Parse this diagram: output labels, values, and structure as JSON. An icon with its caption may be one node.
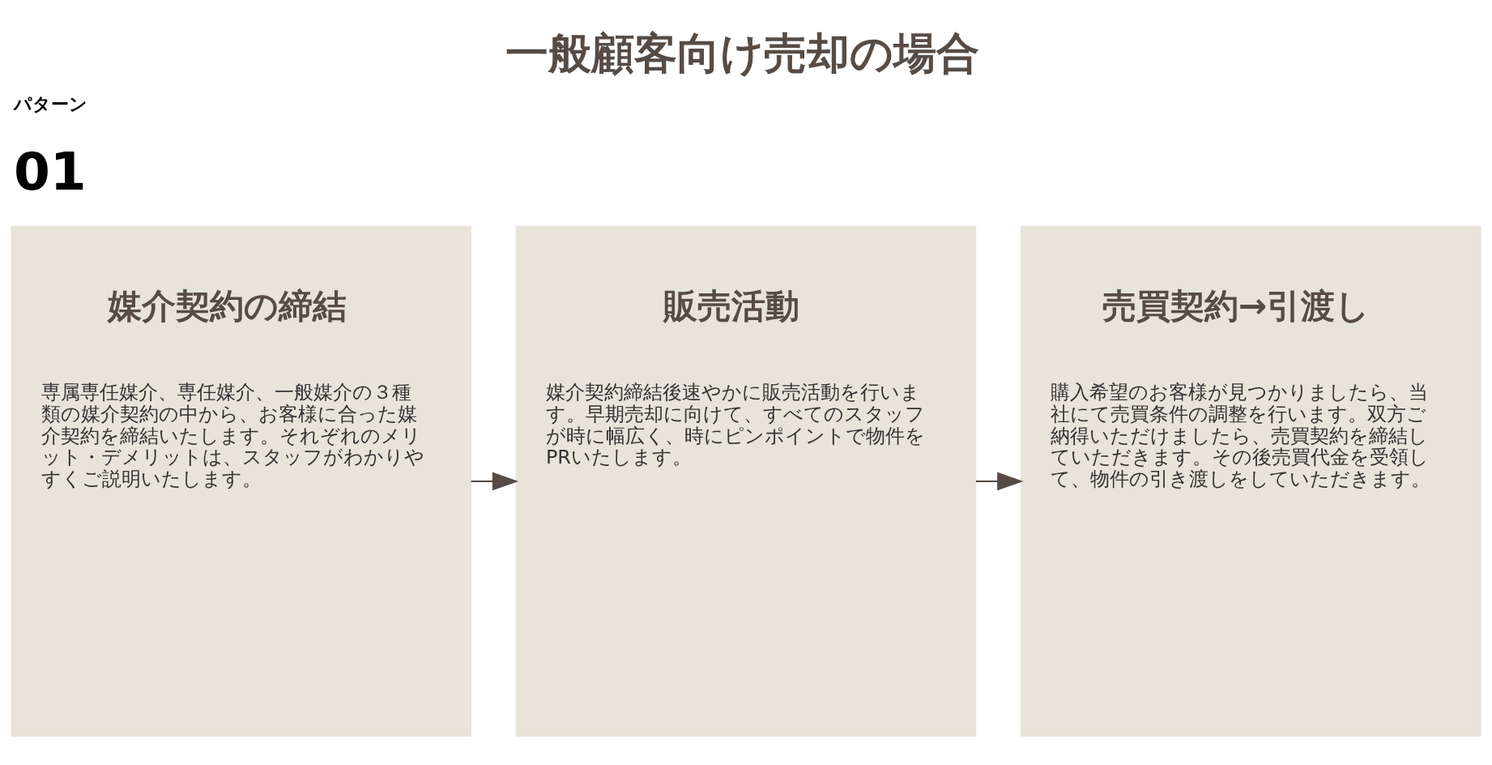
{
  "diagram": {
    "title": "一般顧客向け売却の場合",
    "nodes": [
      {
        "text": [
          "媒介契約の締結",
          "専属専任媒介、専任媒介、一般媒介の３種類の媒介契約の中から、お客様に合った媒介契約を締結いたします。それぞれのメリット・デメリットは、スタッフがわかりやすくご説明いたします。"
        ]
      },
      {
        "text": [
          "販売活動",
          "媒介契約締結後速やかに販売活動を行います。早期売却に向けて、すべてのスタッフが時に幅広く、時にピンポイントで物件をPRいたします。"
        ]
      },
      {
        "text": [
          "売買契約→引渡し",
          "購入希望のお客様が見つかりましたら、当社にて売買条件の調整を行います。双方ご納得いただけましたら、売買契約を締結していただきます。その後売買代金を受領して、物件の引き渡しをしていただきます。"
        ]
      }
    ],
    "edges": [
      {
        "from": 0,
        "to": 1,
        "arrow": "to"
      },
      {
        "from": 1,
        "to": 2,
        "arrow": "to"
      }
    ],
    "labels": [
      "パターン",
      "01"
    ]
  }
}
